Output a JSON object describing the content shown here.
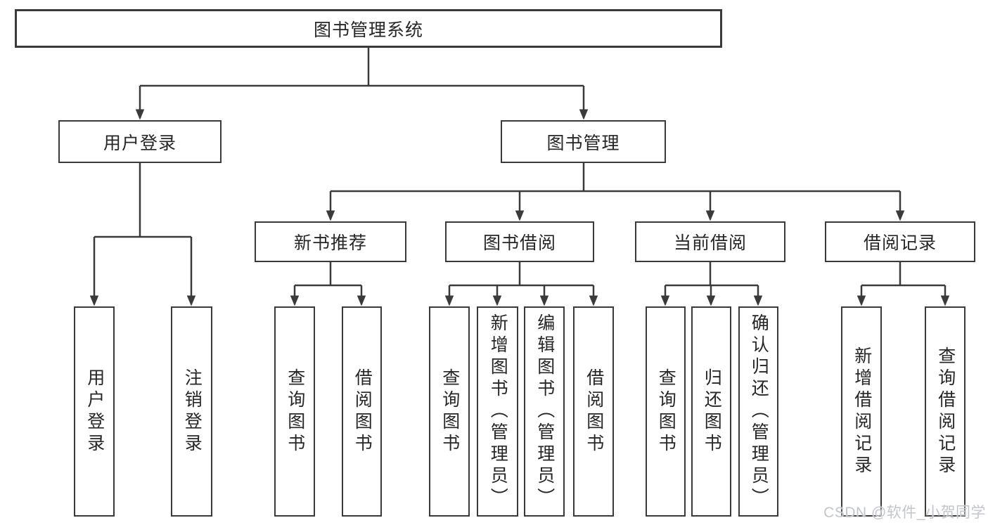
{
  "colors": {
    "line": "#3a3a3a",
    "box_border": "#3a3a3a",
    "text": "#262626",
    "watermark_text": "#c2c6cc",
    "background": "#ffffff"
  },
  "diagram": {
    "root": "图书管理系统",
    "level2": {
      "user_login": "用户登录",
      "book_management": "图书管理"
    },
    "level3": {
      "new_book_recommend": "新书推荐",
      "book_borrowing": "图书借阅",
      "current_borrowing": "当前借阅",
      "borrowing_records": "借阅记录"
    },
    "leaves": {
      "user_login_children": [
        "用户登录",
        "注销登录"
      ],
      "new_book_children": [
        "查询图书",
        "借阅图书"
      ],
      "book_borrowing_children": [
        "查询图书",
        "新增图书（管理员）",
        "编辑图书（管理员）",
        "借阅图书"
      ],
      "current_borrowing_children": [
        "查询图书",
        "归还图书",
        "确认归还（管理员）"
      ],
      "borrowing_records_children": [
        "新增借阅记录",
        "查询借阅记录"
      ]
    }
  },
  "watermark": "CSDN @软件_小贺同学"
}
